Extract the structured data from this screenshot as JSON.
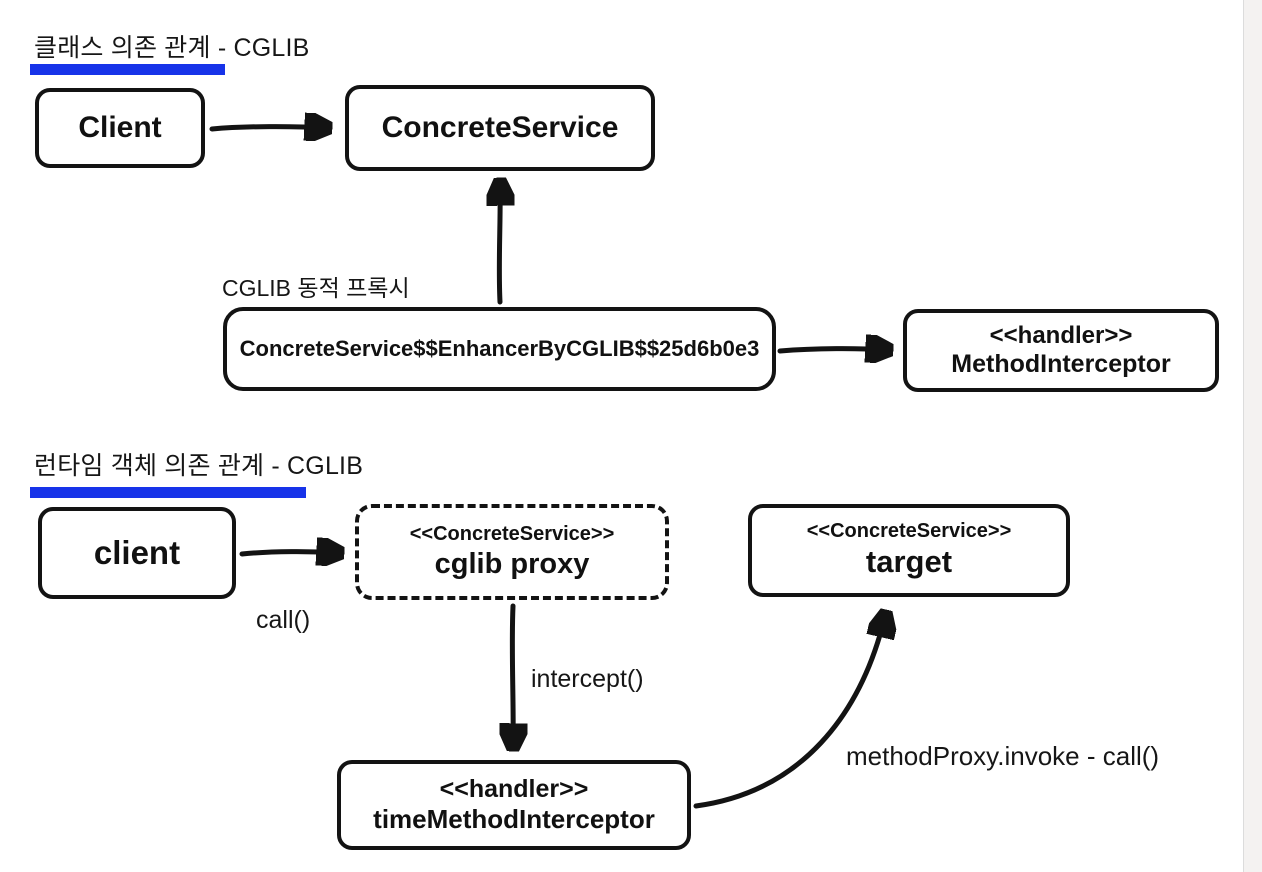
{
  "colors": {
    "ink": "#131313",
    "underline_blue": "#1733e9",
    "background": "#ffffff"
  },
  "diagram_class": {
    "title": "클래스 의존 관계 - CGLIB",
    "proxy_caption": "CGLIB 동적 프록시",
    "client_label": "Client",
    "concrete_service_label": "ConcreteService",
    "enhancer_label": "ConcreteService$$EnhancerByCGLIB$$25d6b0e3",
    "handler_stereotype": "<<handler>>",
    "handler_label": "MethodInterceptor"
  },
  "diagram_runtime": {
    "title": "런타임 객체 의존 관계 - CGLIB",
    "client_label": "client",
    "proxy_stereotype": "<<ConcreteService>>",
    "proxy_label": "cglib proxy",
    "target_stereotype": "<<ConcreteService>>",
    "target_label": "target",
    "handler_stereotype": "<<handler>>",
    "handler_label": "timeMethodInterceptor",
    "edge_call_label": "call()",
    "edge_intercept_label": "intercept()",
    "edge_invoke_label": "methodProxy.invoke - call()"
  }
}
